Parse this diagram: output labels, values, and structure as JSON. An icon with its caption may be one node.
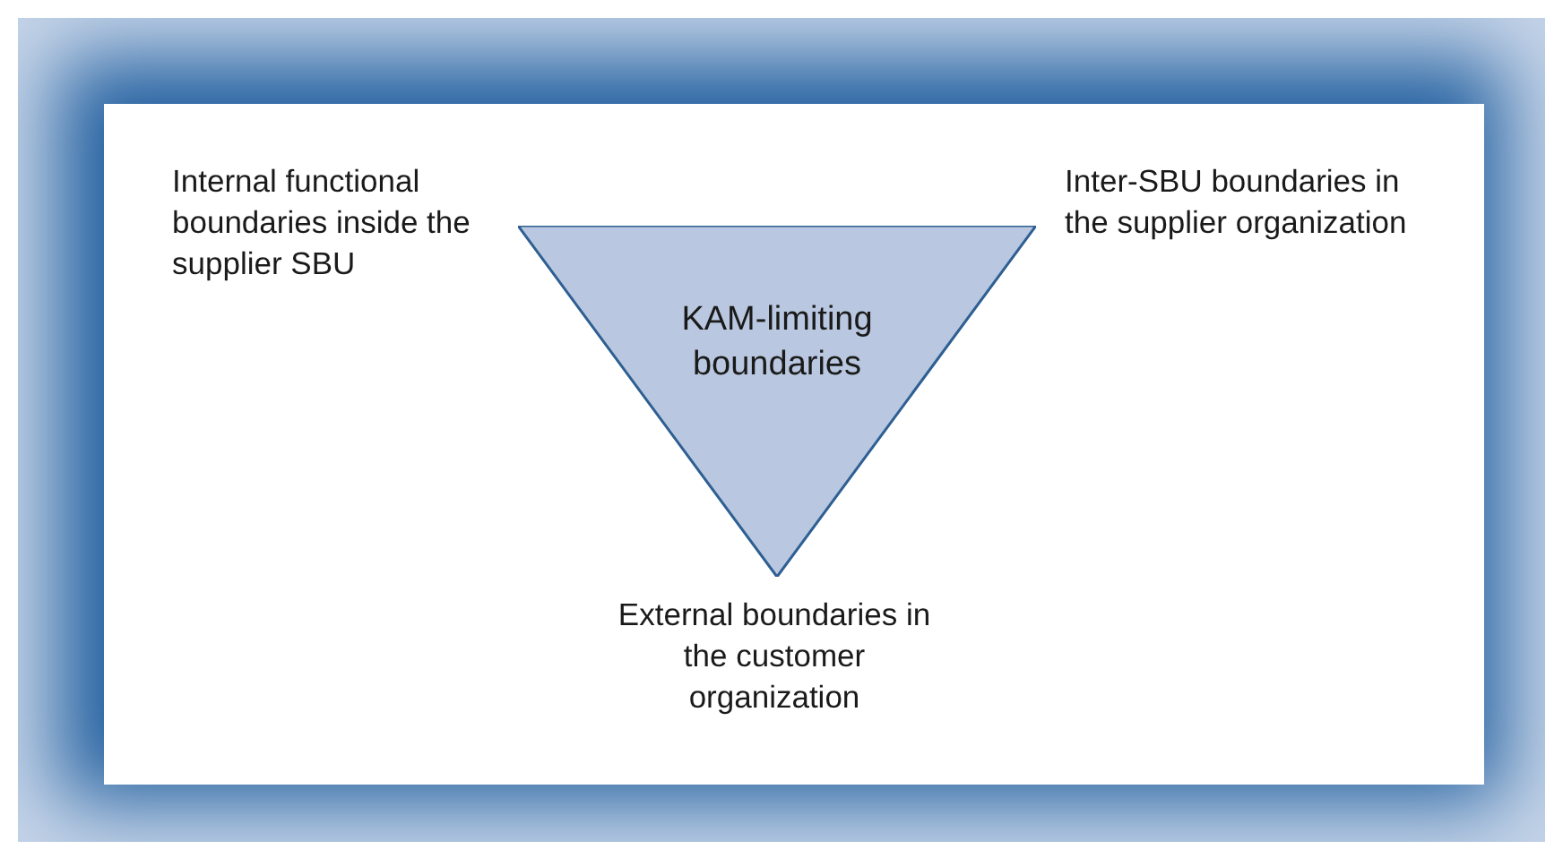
{
  "diagram": {
    "nodes": [
      {
        "text": [
          "KAM-limiting boundaries"
        ]
      }
    ],
    "labels": [
      "Internal functional boundaries inside the supplier SBU",
      "Inter-SBU boundaries in the supplier organization",
      "External boundaries in the customer organization"
    ]
  }
}
